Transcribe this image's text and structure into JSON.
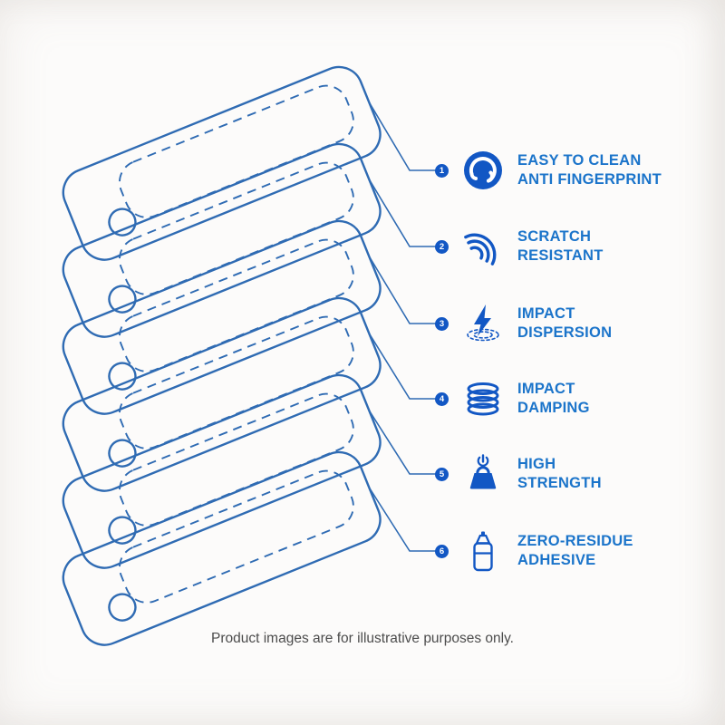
{
  "colors": {
    "background": "#fcfbfa",
    "outline": "#2f6bb3",
    "icon": "#1257c4",
    "label": "#1b74ca",
    "number": "#ffffff",
    "disclaimer": "#4c4c4c"
  },
  "diagram": {
    "name": "screen-protector-layer-stack",
    "layer_count": 6
  },
  "features": [
    {
      "num": "1",
      "icon": "clean-swirl-icon",
      "line1": "EASY TO CLEAN",
      "line2": "ANTI FINGERPRINT"
    },
    {
      "num": "2",
      "icon": "scratch-arcs-icon",
      "line1": "SCRATCH",
      "line2": "RESISTANT"
    },
    {
      "num": "3",
      "icon": "impact-bolt-icon",
      "line1": "IMPACT",
      "line2": "DISPERSION"
    },
    {
      "num": "4",
      "icon": "damping-coil-icon",
      "line1": "IMPACT",
      "line2": "DAMPING"
    },
    {
      "num": "5",
      "icon": "strength-weight-icon",
      "line1": "HIGH",
      "line2": "STRENGTH"
    },
    {
      "num": "6",
      "icon": "adhesive-bottle-icon",
      "line1": "ZERO-RESIDUE",
      "line2": "ADHESIVE"
    }
  ],
  "footer": {
    "disclaimer": "Product images are for illustrative purposes only."
  }
}
